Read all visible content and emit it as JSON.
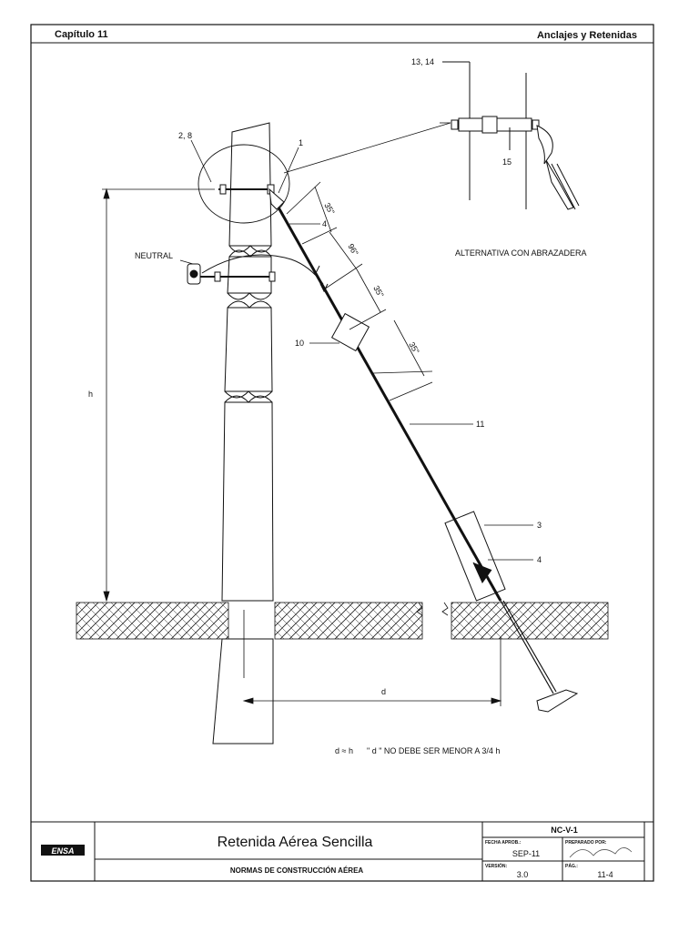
{
  "header": {
    "chapter": "Capítulo 11",
    "section": "Anclajes y Retenidas"
  },
  "labels": {
    "items_13_14": "13, 14",
    "item_15": "15",
    "items_2_8": "2, 8",
    "item_1": "1",
    "item_4_top": "4",
    "item_4_bottom": "4",
    "neutral": "NEUTRAL",
    "item_10": "10",
    "item_11": "11",
    "item_3": "3",
    "h": "h",
    "d": "d",
    "alternativa": "ALTERNATIVA CON ABRAZADERA",
    "note_d": "d ≈ h",
    "note_min": "\" d \" NO DEBE SER MENOR A 3/4 h"
  },
  "dimensions": [
    "35\"",
    "96\"",
    "35\"",
    "35\""
  ],
  "title_block": {
    "logo": "ENSA",
    "title": "Retenida Aérea Sencilla",
    "subtitle": "NORMAS DE CONSTRUCCIÓN AÉREA",
    "code": "NC-V-1",
    "fecha_label": "FECHA APROB.:",
    "fecha_value": "SEP-11",
    "preparado_label": "PREPARADO POR:",
    "version_label": "VERSIÓN:",
    "version_value": "3.0",
    "pag_label": "PÁG.:",
    "pag_value": "11-4"
  }
}
